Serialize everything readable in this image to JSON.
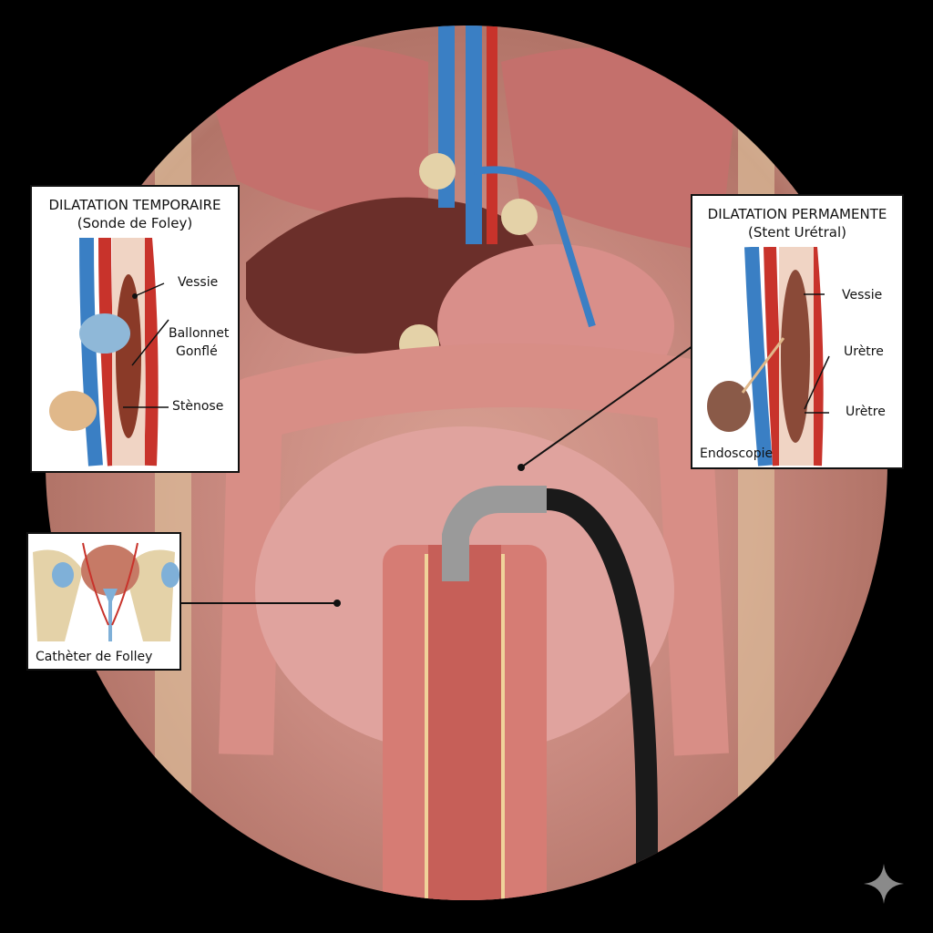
{
  "illustration": {
    "subject": "Abdominal anatomy with urethra cross-section and endoscope",
    "colors": {
      "background": "#000000",
      "tissue": "#c98a80",
      "artery": "#c8332b",
      "vein": "#3a7fc4",
      "liver": "#6b2f2a",
      "scope_cable": "#1a1a1a",
      "scope_metal": "#9a9a9a",
      "sparkle": "#8a8a8a"
    }
  },
  "inset_temporary": {
    "title_line1": "DILATATION TEMPORAIRE",
    "title_line2": "(Sonde de Foley)",
    "labels": {
      "vessie": "Vessie",
      "ballonnet_1": "Ballonnet",
      "ballonnet_2": "Gonflé",
      "stenose": "Stènose"
    }
  },
  "inset_permanent": {
    "title_line1": "DILATATION PERMAMENTE",
    "title_line2": "(Stent Urétral)",
    "labels": {
      "vessie": "Vessie",
      "uretre_1": "Urètre",
      "uretre_2": "Urètre",
      "endoscopie": "Endoscopie"
    }
  },
  "inset_catheter": {
    "caption": "Cathèter de Folley"
  },
  "watermark": {
    "icon": "sparkle-icon"
  }
}
